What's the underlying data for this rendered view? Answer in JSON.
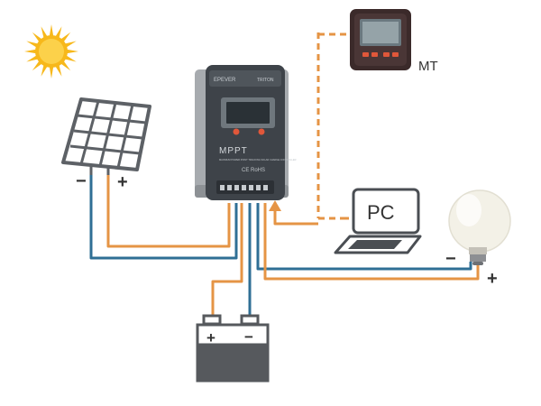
{
  "labels": {
    "mt": "MT",
    "pc": "PC",
    "panel_minus": "−",
    "panel_plus": "+",
    "battery_plus": "+",
    "battery_minus": "−",
    "bulb_minus": "−",
    "bulb_plus": "+"
  },
  "controller": {
    "model": "MPPT",
    "brand": "EPEVER",
    "series": "TRITON",
    "subtitle": "MAXIMUM POWER POINT TRACKING SOLAR CHARGE CONTROLLER",
    "marks": "CE RoHS"
  },
  "colors": {
    "positive_wire": "#e59445",
    "negative_wire": "#2f6f95",
    "comm_wire": "#e59445",
    "device_dark": "#3e4349",
    "device_body": "#a7abaf",
    "panel_frame": "#5d6166",
    "battery_body": "#56595d",
    "sun": "#f7b81b",
    "bulb": "#f3f1e7"
  },
  "icons": [
    "sun-icon",
    "solar-panel-icon",
    "charge-controller-icon",
    "remote-meter-icon",
    "laptop-icon",
    "light-bulb-icon",
    "battery-icon"
  ]
}
